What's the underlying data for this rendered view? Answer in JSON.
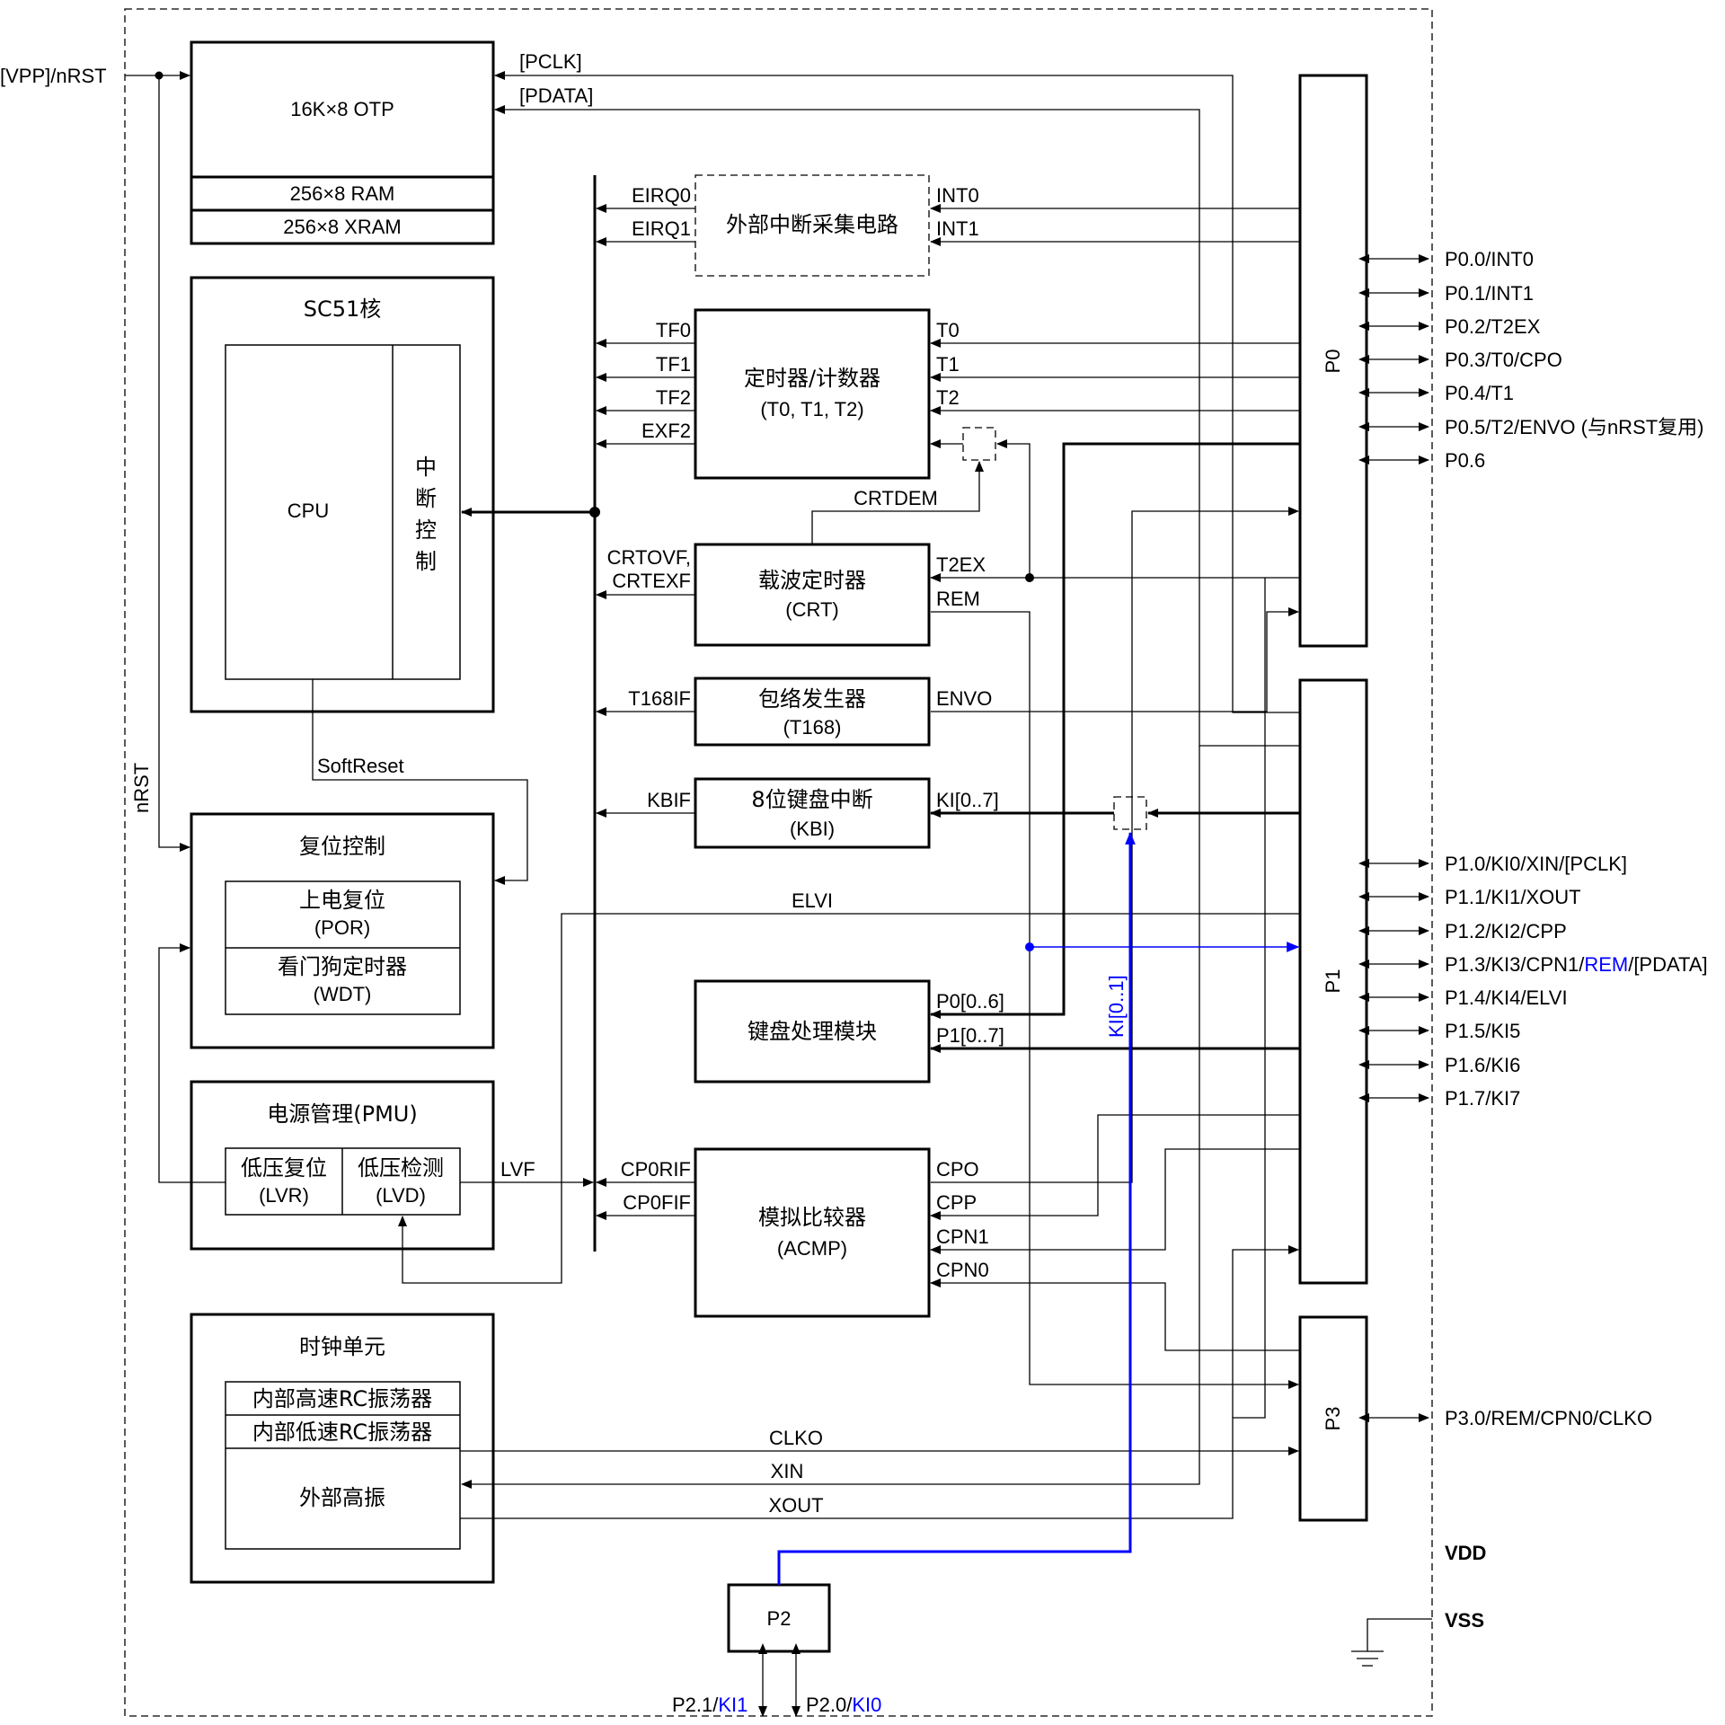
{
  "pins": {
    "vpp_nrst": "[VPP]/nRST",
    "nrst": "nRST",
    "p00": "P0.0/INT0",
    "p01": "P0.1/INT1",
    "p02": "P0.2/T2EX",
    "p03": "P0.3/T0/CPO",
    "p04": "P0.4/T1",
    "p05": "P0.5/T2/ENVO (与nRST复用)",
    "p06": "P0.6",
    "p10": "P1.0/KI0/XIN/[PCLK]",
    "p11": "P1.1/KI1/XOUT",
    "p12": "P1.2/KI2/CPP",
    "p13_a": "P1.3/KI3/CPN1/",
    "p13_b": "REM",
    "p13_c": "/[PDATA]",
    "p14": "P1.4/KI4/ELVI",
    "p15": "P1.5/KI5",
    "p16": "P1.6/KI6",
    "p17": "P1.7/KI7",
    "p30": "P3.0/REM/CPN0/CLKO",
    "vdd": "VDD",
    "vss": "VSS",
    "p21_a": "P2.1/",
    "p21_b": "KI1",
    "p20_a": "P2.0/",
    "p20_b": "KI0"
  },
  "blocks": {
    "otp": "16K×8 OTP",
    "ram": "256×8 RAM",
    "xram": "256×8 XRAM",
    "core": "SC51核",
    "cpu": "CPU",
    "irq": [
      "中",
      "断",
      "控",
      "制"
    ],
    "reset": "复位控制",
    "por_1": "上电复位",
    "por_2": "(POR)",
    "wdt_1": "看门狗定时器",
    "wdt_2": "(WDT)",
    "pmu": "电源管理(PMU)",
    "lvr_1": "低压复位",
    "lvr_2": "(LVR)",
    "lvd_1": "低压检测",
    "lvd_2": "(LVD)",
    "clock": "时钟单元",
    "hirc": "内部高速RC振荡器",
    "lirc": "内部低速RC振荡器",
    "xosc": "外部高振",
    "ext_int": "外部中断采集电路",
    "timer_1": "定时器/计数器",
    "timer_2": "(T0, T1, T2)",
    "crt_1": "载波定时器",
    "crt_2": "(CRT)",
    "t168_1": "包络发生器",
    "t168_2": "(T168)",
    "kbi_1": "8位键盘中断",
    "kbi_2": "(KBI)",
    "kbd": "键盘处理模块",
    "acmp_1": "模拟比较器",
    "acmp_2": "(ACMP)",
    "port0": "P0",
    "port1": "P1",
    "port2": "P2",
    "port3": "P3"
  },
  "signals": {
    "pclk": "[PCLK]",
    "pdata": "[PDATA]",
    "eirq0": "EIRQ0",
    "eirq1": "EIRQ1",
    "int0": "INT0",
    "int1": "INT1",
    "tf0": "TF0",
    "tf1": "TF1",
    "tf2": "TF2",
    "exf2": "EXF2",
    "t0": "T0",
    "t1": "T1",
    "t2": "T2",
    "crtdem": "CRTDEM",
    "crtovf": "CRTOVF,",
    "crtexf": "CRTEXF",
    "t2ex": "T2EX",
    "rem": "REM",
    "t168if": "T168IF",
    "envo": "ENVO",
    "softreset": "SoftReset",
    "kbif": "KBIF",
    "ki07": "KI[0..7]",
    "elvi": "ELVI",
    "ki01": "KI[0..1]",
    "p006": "P0[0..6]",
    "p107": "P1[0..7]",
    "lvf": "LVF",
    "cp0rif": "CP0RIF",
    "cp0fif": "CP0FIF",
    "cpo": "CPO",
    "cpp": "CPP",
    "cpn1": "CPN1",
    "cpn0": "CPN0",
    "clko": "CLKO",
    "xin": "XIN",
    "xout": "XOUT"
  },
  "colors": {
    "line": "#000000",
    "highlight": "#0000ff",
    "background": "#ffffff"
  }
}
